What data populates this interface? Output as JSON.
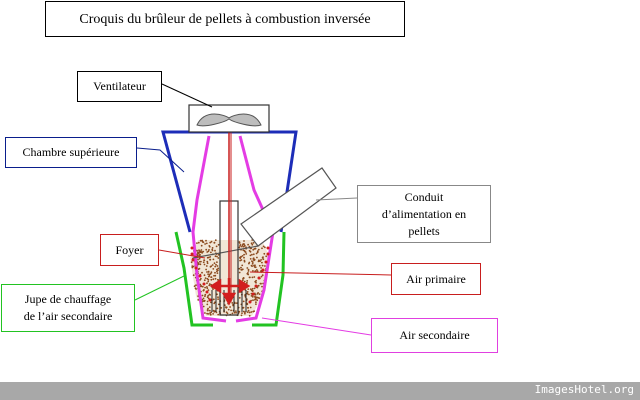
{
  "title": "Croquis du brûleur de pellets à combustion inversée",
  "labels": {
    "ventilateur": "Ventilateur",
    "chambre": "Chambre supérieure",
    "conduit_1": "Conduit",
    "conduit_2": "d’alimentation en",
    "conduit_3": "pellets",
    "foyer": "Foyer",
    "air_primaire": "Air primaire",
    "jupe_1": "Jupe de chauffage",
    "jupe_2": "de l’air secondaire",
    "air_secondaire": "Air secondaire"
  },
  "watermark": "ImagesHotel.org",
  "colors": {
    "chamber_outline": "#1d2db8",
    "jacket": "#22c322",
    "secondary_air": "#e43ce4",
    "primary_air": "#d21e1e",
    "pellets": "#8b4a1e"
  }
}
